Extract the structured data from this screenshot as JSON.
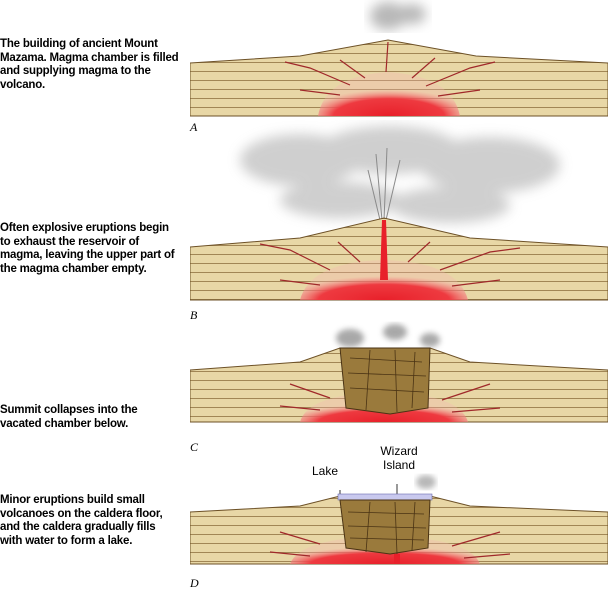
{
  "panels": [
    {
      "letter": "A",
      "caption": "The building of ancient Mount Mazama. Magma chamber is filled and supplying magma to the volcano."
    },
    {
      "letter": "B",
      "caption": "Often explosive eruptions begin to exhaust the reservoir of magma, leaving the upper part of the magma chamber empty."
    },
    {
      "letter": "C",
      "caption": "Summit collapses into the vacated chamber below."
    },
    {
      "letter": "D",
      "caption": "Minor eruptions build small volcanoes on the caldera floor, and the caldera gradually fills with water to form a lake."
    }
  ],
  "labels": {
    "lake": "Lake",
    "wizard_island": "Wizard Island"
  },
  "colors": {
    "rock": "#e8d7a6",
    "strata": "#8a6b3a",
    "magma": "#e8202a",
    "smoke": "#9a9a9a",
    "water": "#c9c9ee"
  }
}
